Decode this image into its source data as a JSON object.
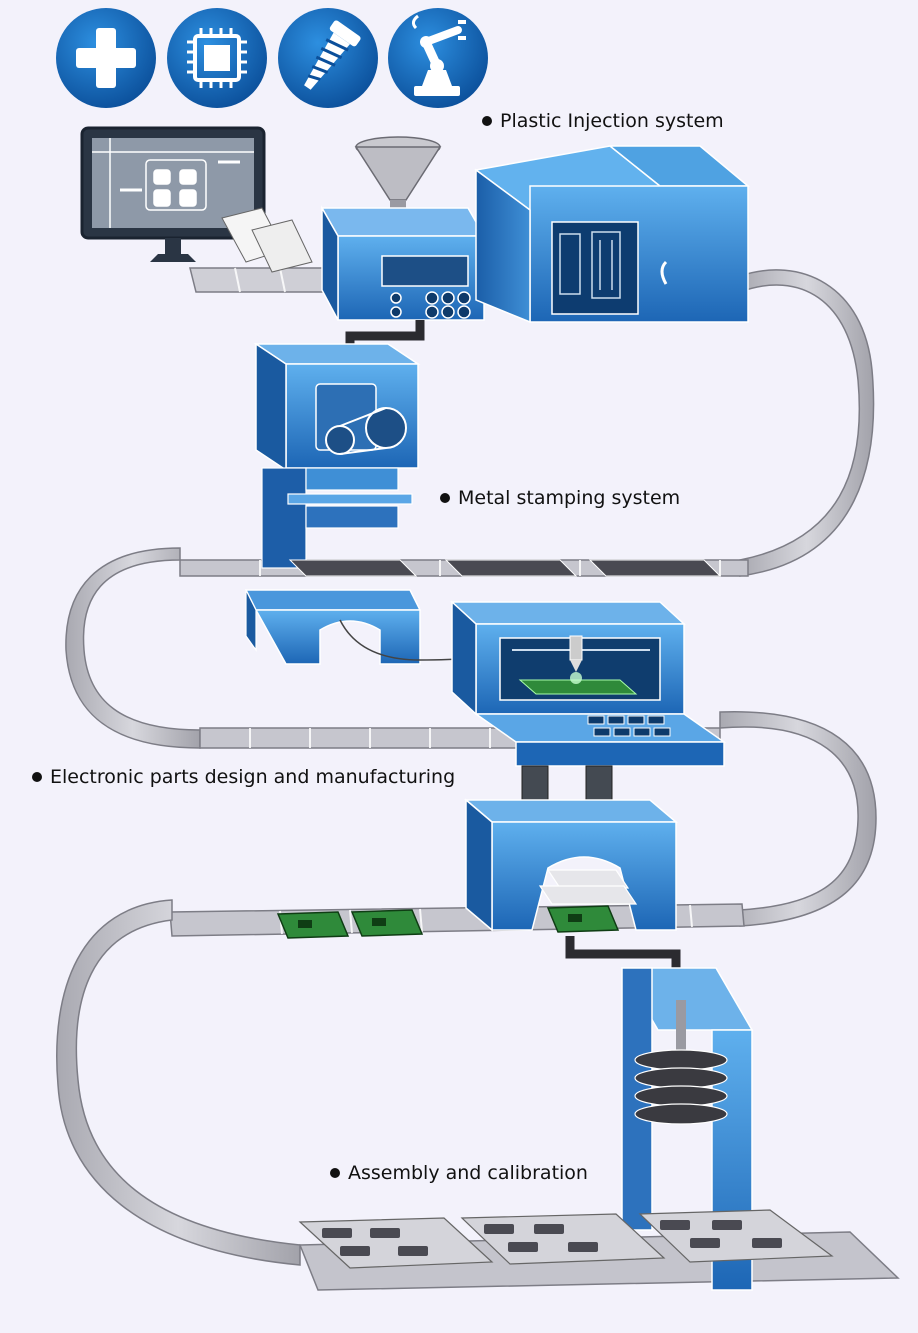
{
  "icons": [
    {
      "name": "plus-icon"
    },
    {
      "name": "chip-icon"
    },
    {
      "name": "screw-icon"
    },
    {
      "name": "robot-arm-icon"
    }
  ],
  "colors": {
    "accent": "#1f6fbf",
    "accent_dark": "#134f8f",
    "machine_light": "#5aa6e6",
    "belt": "#b9b9c0",
    "belt_dark": "#8c8c94",
    "pcb": "#2f8a3a"
  },
  "labels": {
    "plastic": "Plastic Injection system",
    "metal": "Metal stamping system",
    "electronic": "Electronic parts design and manufacturing",
    "assembly": "Assembly and calibration"
  }
}
